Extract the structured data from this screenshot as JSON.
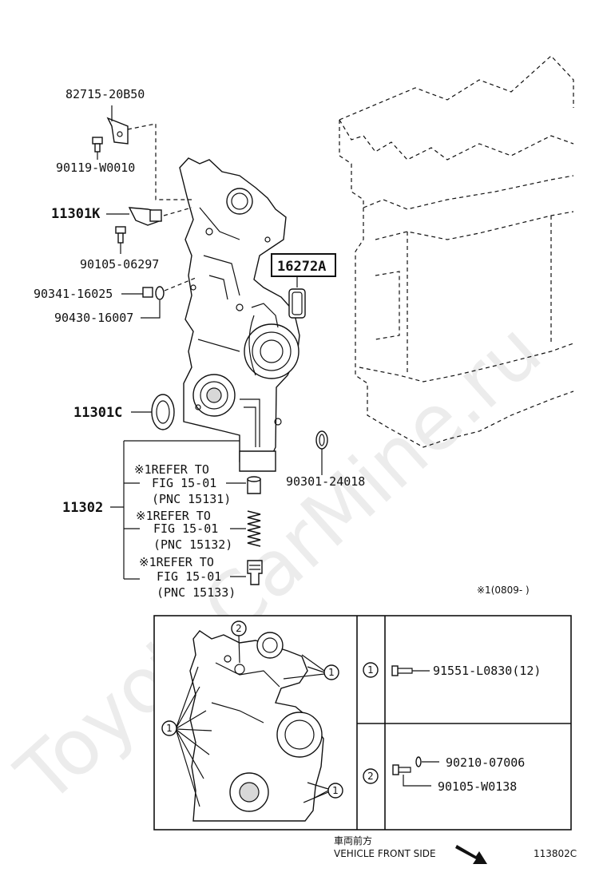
{
  "watermark": "ToyotaCarMine.ru",
  "labels": {
    "p82715": "82715-20B50",
    "p90119": "90119-W0010",
    "p11301K": "11301K",
    "p90105a": "90105-06297",
    "p16272A": "16272A",
    "p90341": "90341-16025",
    "p90430": "90430-16007",
    "p11301C": "11301C",
    "p90301": "90301-24018",
    "p11302": "11302",
    "refer1_l1": "※1REFER TO",
    "refer1_l2": "FIG 15-01",
    "refer1_l3": "(PNC 15131)",
    "refer2_l1": "※1REFER TO",
    "refer2_l2": "FIG 15-01",
    "refer2_l3": "(PNC 15132)",
    "refer3_l1": "※1REFER TO",
    "refer3_l2": "FIG 15-01",
    "refer3_l3": "(PNC 15133)",
    "note": "※1(0809-     )"
  },
  "inset": {
    "callout1": "1",
    "callout2": "2",
    "row1_num": "1",
    "row1_part": "91551-L0830(12)",
    "row2_num": "2",
    "row2_part_a": "90210-07006",
    "row2_part_b": "90105-W0138"
  },
  "footer": {
    "direction_jp": "車両前方",
    "direction_en": "VEHICLE FRONT SIDE",
    "figure_code": "113802C"
  }
}
